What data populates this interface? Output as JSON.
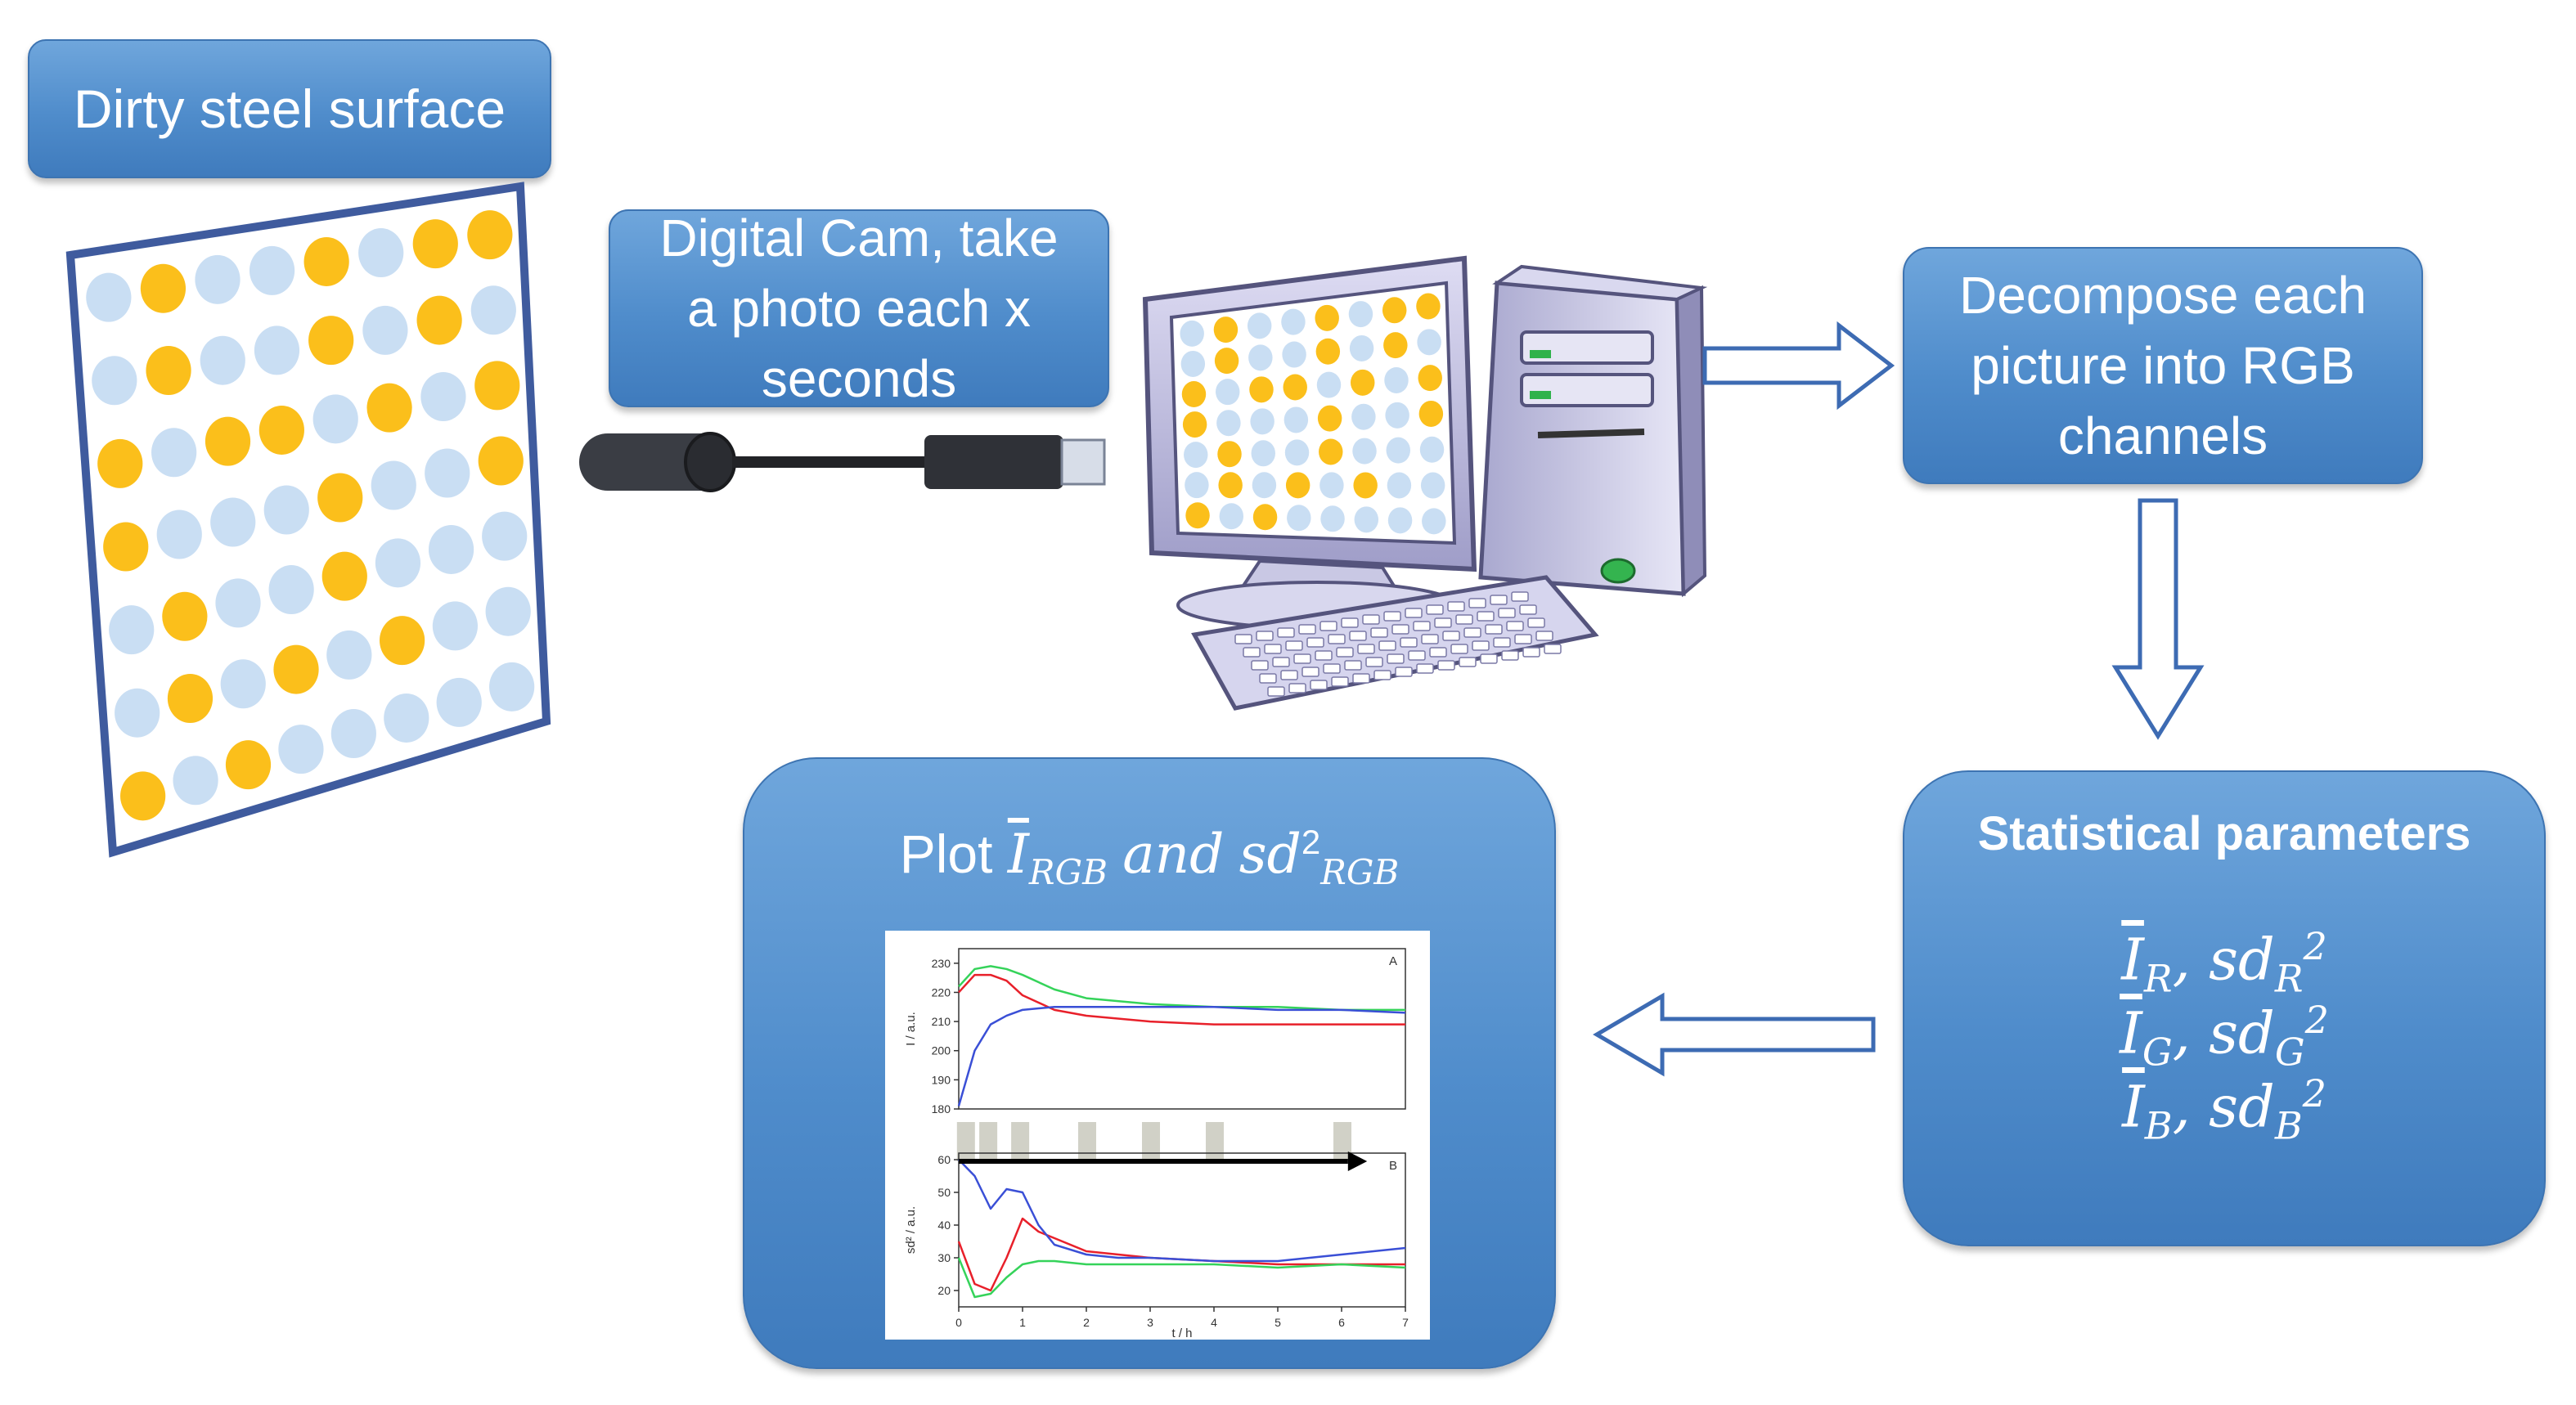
{
  "surface": {
    "label": "Dirty steel surface",
    "dot_colors": {
      "yellow": "#fbbf1b",
      "blue": "#c9def3",
      "frame": "#3f5b9e"
    }
  },
  "camera": {
    "label_lines": [
      "Digital Cam, take",
      "a photo each x",
      "seconds"
    ]
  },
  "decompose": {
    "label_lines": [
      "Decompose each",
      "picture into RGB",
      "channels"
    ]
  },
  "statistics": {
    "title": "Statistical parameters",
    "rows": [
      {
        "mean": "I",
        "channel": "R",
        "var": "sd",
        "power": "2"
      },
      {
        "mean": "I",
        "channel": "G",
        "var": "sd",
        "power": "2"
      },
      {
        "mean": "I",
        "channel": "B",
        "var": "sd",
        "power": "2"
      }
    ]
  },
  "plot": {
    "title_word": "Plot",
    "mean_symbol": "I",
    "subscript": "RGB",
    "conjunction": "and",
    "var_symbol": "sd",
    "power": "2"
  },
  "colors": {
    "box": "#4f8ccb",
    "arrow": "#3d6bb3",
    "red": "#e8202a",
    "green": "#35d35a",
    "blue": "#3a4fd6"
  },
  "chart_data": [
    {
      "type": "line",
      "panel_label": "A",
      "ylabel": "I / a.u.",
      "ylim": [
        180,
        235
      ],
      "yticks": [
        "180",
        "190",
        "200",
        "210",
        "220",
        "230"
      ],
      "x": [
        0,
        0.25,
        0.5,
        0.75,
        1,
        1.5,
        2,
        3,
        4,
        5,
        6,
        7
      ],
      "series": [
        {
          "color": "#e8202a",
          "values": [
            220,
            226,
            226,
            224,
            219,
            214,
            212,
            210,
            209,
            209,
            209,
            209
          ]
        },
        {
          "color": "#35d35a",
          "values": [
            222,
            228,
            229,
            228,
            226,
            221,
            218,
            216,
            215,
            215,
            214,
            214
          ]
        },
        {
          "color": "#3a4fd6",
          "values": [
            181,
            200,
            209,
            212,
            214,
            215,
            215,
            215,
            215,
            214,
            214,
            213
          ]
        }
      ]
    },
    {
      "type": "line",
      "panel_label": "B",
      "ylabel": "sd² / a.u.",
      "xlabel": "t / h",
      "xlim": [
        0,
        7
      ],
      "xticks": [
        "0",
        "1",
        "2",
        "3",
        "4",
        "5",
        "6",
        "7"
      ],
      "ylim": [
        15,
        62
      ],
      "yticks": [
        "20",
        "30",
        "40",
        "50",
        "60"
      ],
      "x": [
        0,
        0.25,
        0.5,
        0.75,
        1,
        1.25,
        1.5,
        2,
        2.5,
        3,
        4,
        5,
        6,
        7
      ],
      "series": [
        {
          "color": "#e8202a",
          "values": [
            35,
            22,
            20,
            30,
            42,
            38,
            36,
            32,
            31,
            30,
            29,
            28,
            28,
            28
          ]
        },
        {
          "color": "#35d35a",
          "values": [
            30,
            18,
            19,
            24,
            28,
            29,
            29,
            28,
            28,
            28,
            28,
            27,
            28,
            27
          ]
        },
        {
          "color": "#3a4fd6",
          "values": [
            60,
            55,
            45,
            51,
            50,
            40,
            34,
            31,
            30,
            30,
            29,
            29,
            31,
            33
          ]
        }
      ]
    }
  ]
}
